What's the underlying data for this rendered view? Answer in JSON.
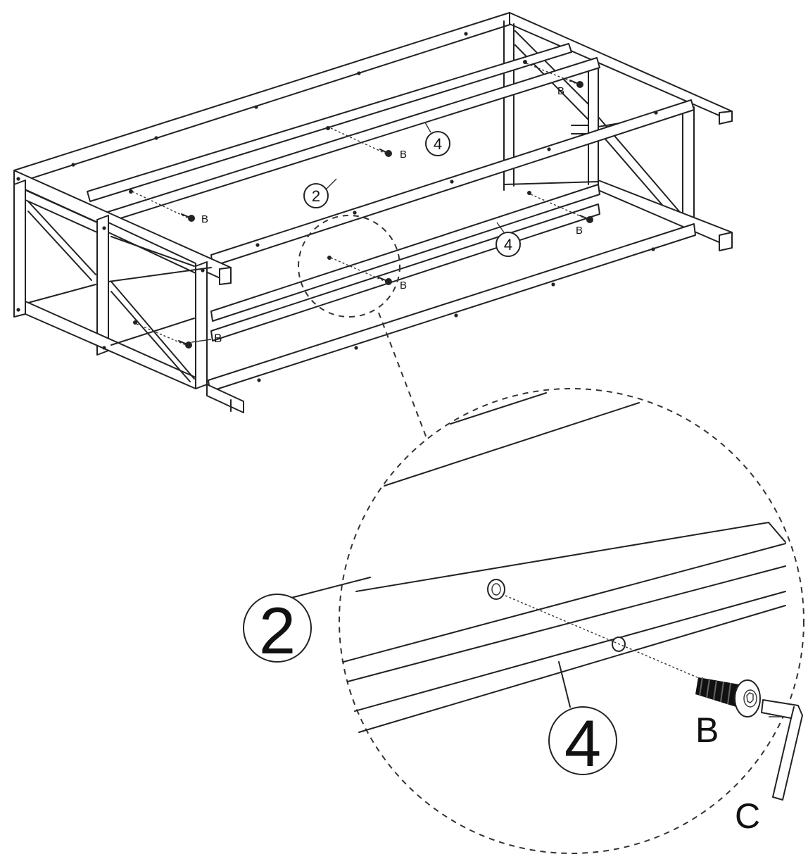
{
  "diagram": {
    "part_callouts": {
      "part_2": "2",
      "part_4": "4"
    },
    "hardware_labels": {
      "bolt": "B",
      "hex_key": "C"
    }
  }
}
